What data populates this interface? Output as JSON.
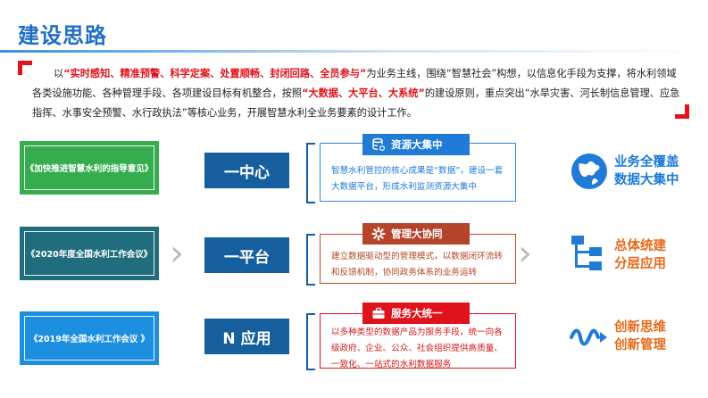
{
  "title": "建设思路",
  "intro": {
    "p1": "以",
    "h1": "“实时感知、精准预警、科学定案、处置顺畅、封闭回路、全员参与”",
    "p2": "为业务主线，围绕“智慧社会”构想，以信息化手段为支撑，将水利领域各类设施功能、各种管理手段、各项建设目标有机整合，按照",
    "h2": "“大数据、大平台、大系统”",
    "p3": "的建设原则，重点突出“水旱灾害、河长制信息管理、应急指挥、水事安全预警、水行政执法”等核心业务，开展智慧水利全业务要素的设计工作。"
  },
  "docs": [
    "《加快推进智慧水利的指导意见》",
    "《2020年度全国水利工作会议》",
    "《2019年全国水利工作会议 》"
  ],
  "middle": [
    "一中心",
    "一平台",
    "N 应用"
  ],
  "tags": [
    "资源大集中",
    "管理大协同",
    "服务大统一"
  ],
  "descs": [
    "智慧水利管控的核心成果是“数据”，建设一套大数据平台，形成水利监测资源大集中",
    "建立数据驱动型的管理模式，以数据闭环流转和反馈机制，协同政务体系的业务运转",
    "以多种类型的数据产品为服务手段，统一向各级政府、企业、公众、社会组织提供高质量、一致化、一站式的水利数据服务"
  ],
  "outcomes": [
    {
      "line1": "业务全覆盖",
      "line2": "数据大集中",
      "icon": "globe-icon",
      "color": "#1f7bd6"
    },
    {
      "line1": "总体统建",
      "line2": "分层应用",
      "icon": "hierarchy-icon",
      "color": "#e46a1a"
    },
    {
      "line1": "创新思维",
      "line2": "创新管理",
      "icon": "wave-icon",
      "color": "#e46a1a"
    }
  ],
  "colors": {
    "brand_blue": "#1f6fc5",
    "accent_red": "#e0121b",
    "green": "#35ad4f",
    "teal": "#1f6d7d",
    "navy": "#155f9f",
    "brown": "#b4452a",
    "orange": "#e46a1a"
  }
}
